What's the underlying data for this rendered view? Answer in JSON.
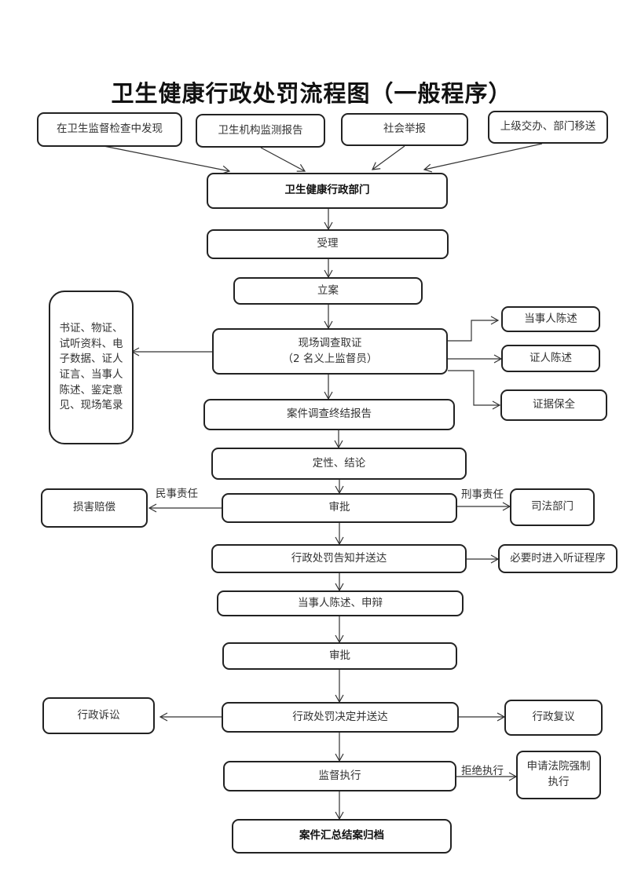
{
  "title": "卫生健康行政处罚流程图（一般程序）",
  "sources": [
    {
      "label": "在卫生监督检查中发现"
    },
    {
      "label": "卫生机构监测报告"
    },
    {
      "label": "社会举报"
    },
    {
      "label": "上级交办、部门移送"
    }
  ],
  "main_flow": {
    "dept": "卫生健康行政部门",
    "accept": "受理",
    "register": "立案",
    "investigate": "现场调查取证",
    "investigate_note": "（2 名义上监督员）",
    "report": "案件调查终结报告",
    "conclusion": "定性、结论",
    "approve1": "审批",
    "notify": "行政处罚告知并送达",
    "defense": "当事人陈述、申辩",
    "approve2": "审批",
    "decision": "行政处罚决定并送达",
    "supervise": "监督执行",
    "archive": "案件汇总结案归档"
  },
  "evidence_types": "书证、物证、试听资料、电子数据、证人证言、当事人陈述、鉴定意见、现场笔录",
  "evidence_methods": [
    "当事人陈述",
    "证人陈述",
    "证据保全"
  ],
  "branches": {
    "civil_label": "民事责任",
    "civil_target": "损害赔偿",
    "criminal_label": "刑事责任",
    "criminal_target": "司法部门",
    "hearing": "必要时进入听证程序",
    "litigation": "行政诉讼",
    "reconsideration": "行政复议",
    "refuse_label": "拒绝执行",
    "court_enforce": "申请法院强制执行"
  }
}
